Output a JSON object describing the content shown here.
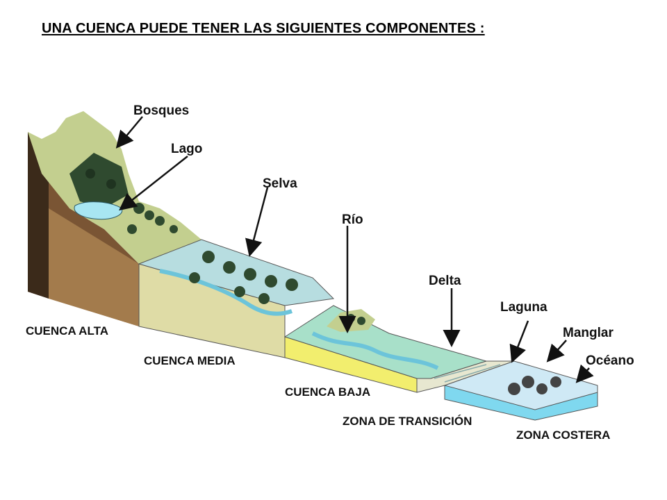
{
  "title": "UNA CUENCA PUEDE TENER LAS SIGUIENTES COMPONENTES :",
  "diagram": {
    "features": {
      "bosques": "Bosques",
      "lago": "Lago",
      "selva": "Selva",
      "rio": "Río",
      "delta": "Delta",
      "laguna": "Laguna",
      "manglar": "Manglar",
      "oceano": "Océano"
    },
    "zones": {
      "alta": "CUENCA ALTA",
      "media": "CUENCA MEDIA",
      "baja": "CUENCA BAJA",
      "transicion": "ZONA DE TRANSICIÓN",
      "costera": "ZONA COSTERA"
    }
  },
  "colors": {
    "soil_dark": "#6b4a2e",
    "soil": "#b08a5e",
    "grass": "#b9c98a",
    "forest": "#2f4a2f",
    "water": "#a8e6f2",
    "lowland_side": "#f2ee6e",
    "coast_side": "#7fd8ef"
  }
}
